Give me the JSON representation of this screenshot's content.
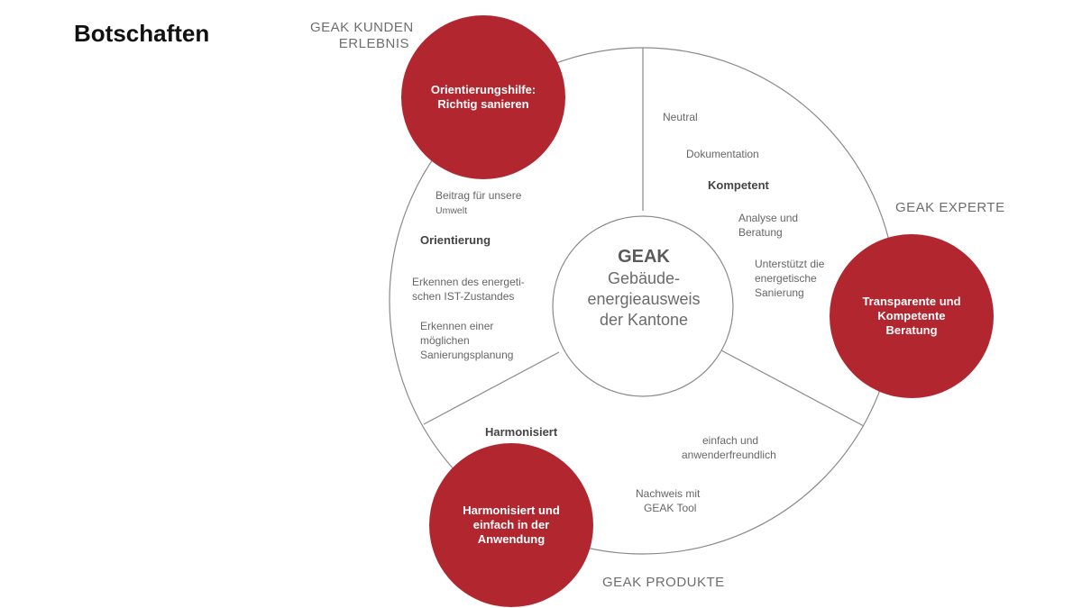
{
  "page": {
    "title": "Botschaften"
  },
  "center": {
    "title": "GEAK",
    "lines": [
      "Gebäude-",
      "energieausweis",
      "der Kantone"
    ]
  },
  "corners": {
    "customer_line1": "GEAK KUNDEN",
    "customer_line2": "ERLEBNIS",
    "expert": "GEAK EXPERTE",
    "products": "GEAK  PRODUKTE"
  },
  "bubbles": {
    "top_left": [
      "Orientierungshilfe:",
      "Richtig sanieren"
    ],
    "right": [
      "Transparente und",
      "Kompetente",
      "Beratung"
    ],
    "bottom_left": [
      "Harmonisiert und",
      "einfach in der",
      "Anwendung"
    ]
  },
  "left_segment": {
    "beitrag_1": "Beitrag für unsere",
    "beitrag_2": "Umwelt",
    "heading": "Orientierung",
    "erkennen_1": "Erkennen des energeti-",
    "erkennen_2": "schen IST-Zustandes",
    "planung_1": "Erkennen einer",
    "planung_2": "möglichen",
    "planung_3": "Sanierungsplanung"
  },
  "right_segment": {
    "neutral": "Neutral",
    "dokumentation": "Dokumentation",
    "heading": "Kompetent",
    "analyse_1": "Analyse und",
    "analyse_2": "Beratung",
    "unterstuetzt_1": "Unterstützt die",
    "unterstuetzt_2": "energetische",
    "unterstuetzt_3": "Sanierung"
  },
  "bottom_segment": {
    "heading": "Harmonisiert",
    "einfach_1": "einfach und",
    "einfach_2": "anwenderfreundlich",
    "nachweis_1": "Nachweis mit",
    "nachweis_2": "GEAK Tool"
  },
  "colors": {
    "accent": "#b1262f",
    "ring": "#8a8a8a"
  }
}
